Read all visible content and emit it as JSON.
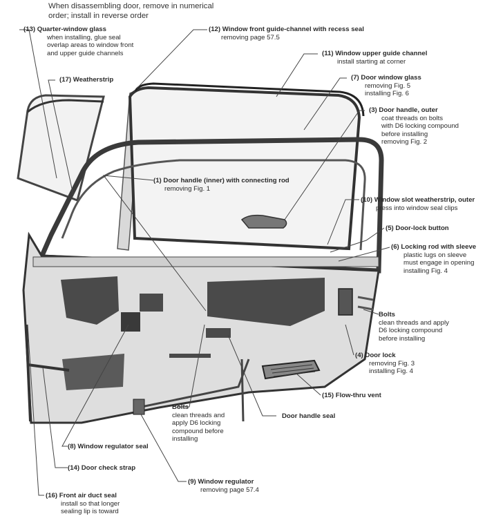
{
  "header": {
    "line1": "When disassembling door, remove in numerical",
    "line2": "order; install in reverse order"
  },
  "callouts": {
    "quarter_glass": {
      "title": "(13)  Quarter-window glass",
      "lines": [
        "when installing, glue seal",
        "overlap areas to window front",
        "and upper guide channels"
      ]
    },
    "front_guide": {
      "title": "(12)  Window front guide-channel with recess seal",
      "lines": [
        "removing page 57.5"
      ]
    },
    "upper_guide": {
      "title": "(11)  Window upper guide channel",
      "lines": [
        "install starting at corner"
      ]
    },
    "weatherstrip": {
      "title": "(17)  Weatherstrip",
      "lines": []
    },
    "door_glass": {
      "title": "(7)  Door window glass",
      "lines": [
        "removing Fig. 5",
        "installing Fig. 6"
      ]
    },
    "outer_handle": {
      "title": "(3)  Door handle, outer",
      "lines": [
        "coat threads on bolts",
        "with D6 locking compound",
        "before installing",
        "removing Fig. 2"
      ]
    },
    "inner_handle": {
      "title": "(1)  Door handle (inner) with connecting rod",
      "lines": [
        "removing Fig. 1"
      ]
    },
    "slot_weatherstrip": {
      "title": "(10)  Window slot weatherstrip, outer",
      "lines": [
        "press into window seal clips"
      ]
    },
    "lock_button": {
      "title": "(5)  Door-lock button",
      "lines": []
    },
    "locking_rod": {
      "title": "(6)  Locking rod with sleeve",
      "lines": [
        "plastic lugs on sleeve",
        "must engage in opening",
        "installing Fig. 4"
      ]
    },
    "bolts_right": {
      "title": "Bolts",
      "lines": [
        "clean threads and apply",
        "D6 locking compound",
        "before installing"
      ]
    },
    "door_lock": {
      "title": "(4)  Door lock",
      "lines": [
        "removing Fig. 3",
        "installing Fig. 4"
      ]
    },
    "flow_vent": {
      "title": "(15)  Flow-thru vent",
      "lines": []
    },
    "bolts_center": {
      "title": "Bolts",
      "lines": [
        "clean threads and",
        "apply D6 locking",
        "compound before",
        "installing"
      ]
    },
    "handle_seal": {
      "title": "Door handle seal",
      "lines": []
    },
    "regulator_seal": {
      "title": "(8)  Window regulator seal",
      "lines": []
    },
    "check_strap": {
      "title": "(14)  Door check strap",
      "lines": []
    },
    "regulator": {
      "title": "(9)  Window regulator",
      "lines": [
        "removing page 57.4"
      ]
    },
    "air_duct_seal": {
      "title": "(16)  Front air duct seal",
      "lines": [
        "install so that longer",
        "sealing lip is toward"
      ]
    }
  }
}
